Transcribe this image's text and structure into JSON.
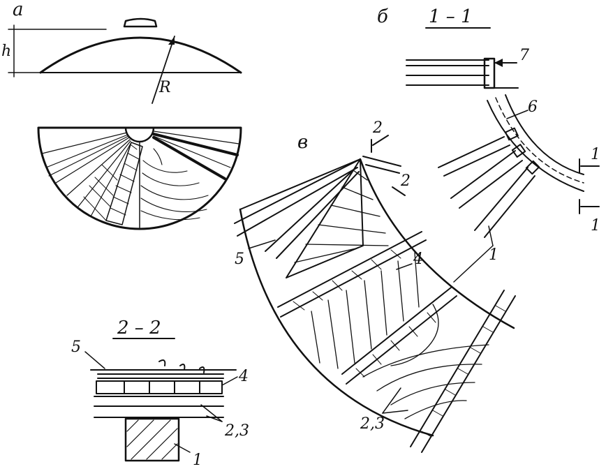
{
  "panel_labels": {
    "a": "а",
    "b": "б",
    "v": "в"
  },
  "section_labels": {
    "s11": "1 – 1",
    "s22": "2 – 2"
  },
  "dimension_labels": {
    "h": "h",
    "R": "R"
  },
  "callouts": {
    "n1": "1",
    "n23": "2,3",
    "n4": "4",
    "n5": "5",
    "n6": "6",
    "n7": "7",
    "cut2": "2",
    "cut1": "1"
  },
  "colors": {
    "ink": "#111111",
    "paper": "#ffffff"
  }
}
